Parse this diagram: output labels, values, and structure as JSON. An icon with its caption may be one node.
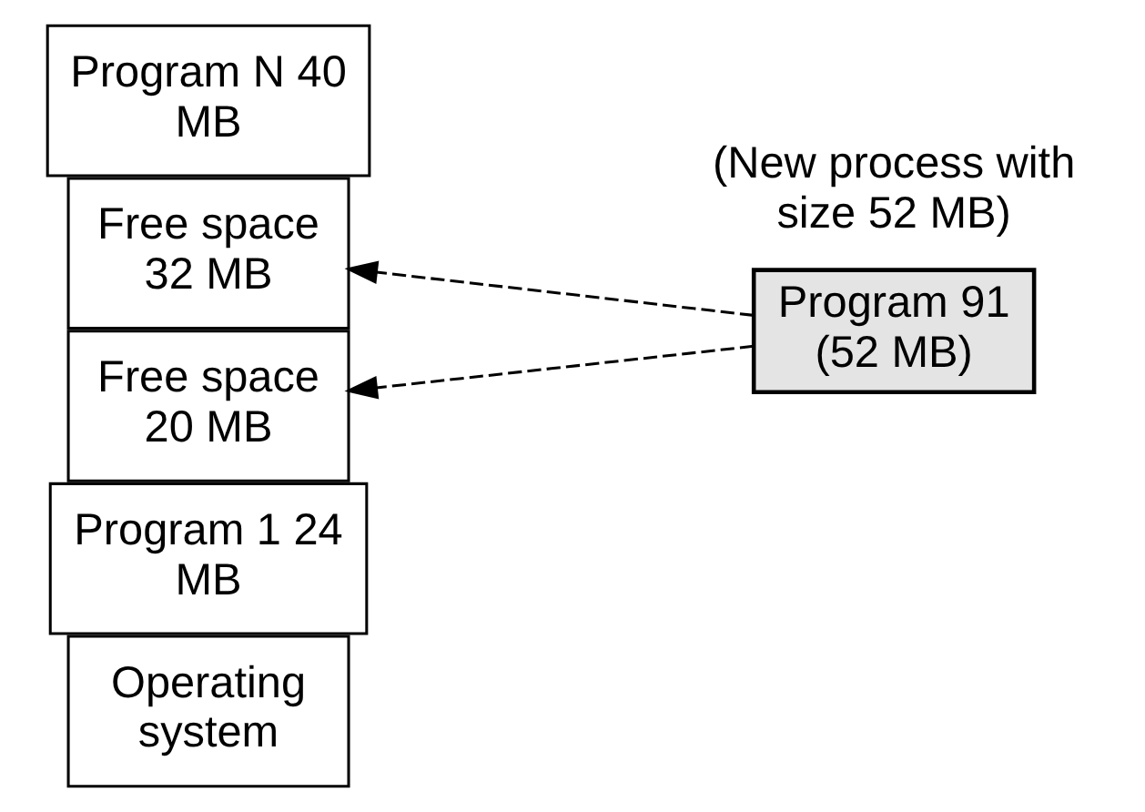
{
  "diagram": {
    "nodes": [
      {
        "text": [
          "Operating system"
        ]
      },
      {
        "text": [
          "Program 1 24 MB"
        ]
      },
      {
        "text": [
          "Free space 32 MB"
        ]
      },
      {
        "text": [
          "Program N 40 MB"
        ]
      },
      {
        "text": [
          "Free space 20 MB"
        ]
      },
      {
        "text": [
          "Program 91 (52 MB)"
        ],
        "beside": [
          "(New process with size 52 MB)"
        ]
      }
    ],
    "edges": [
      {
        "from": 5,
        "to": 2,
        "arrow": "to",
        "style": "dashed"
      },
      {
        "from": 5,
        "to": 4,
        "arrow": "to",
        "style": "dashed"
      }
    ]
  }
}
